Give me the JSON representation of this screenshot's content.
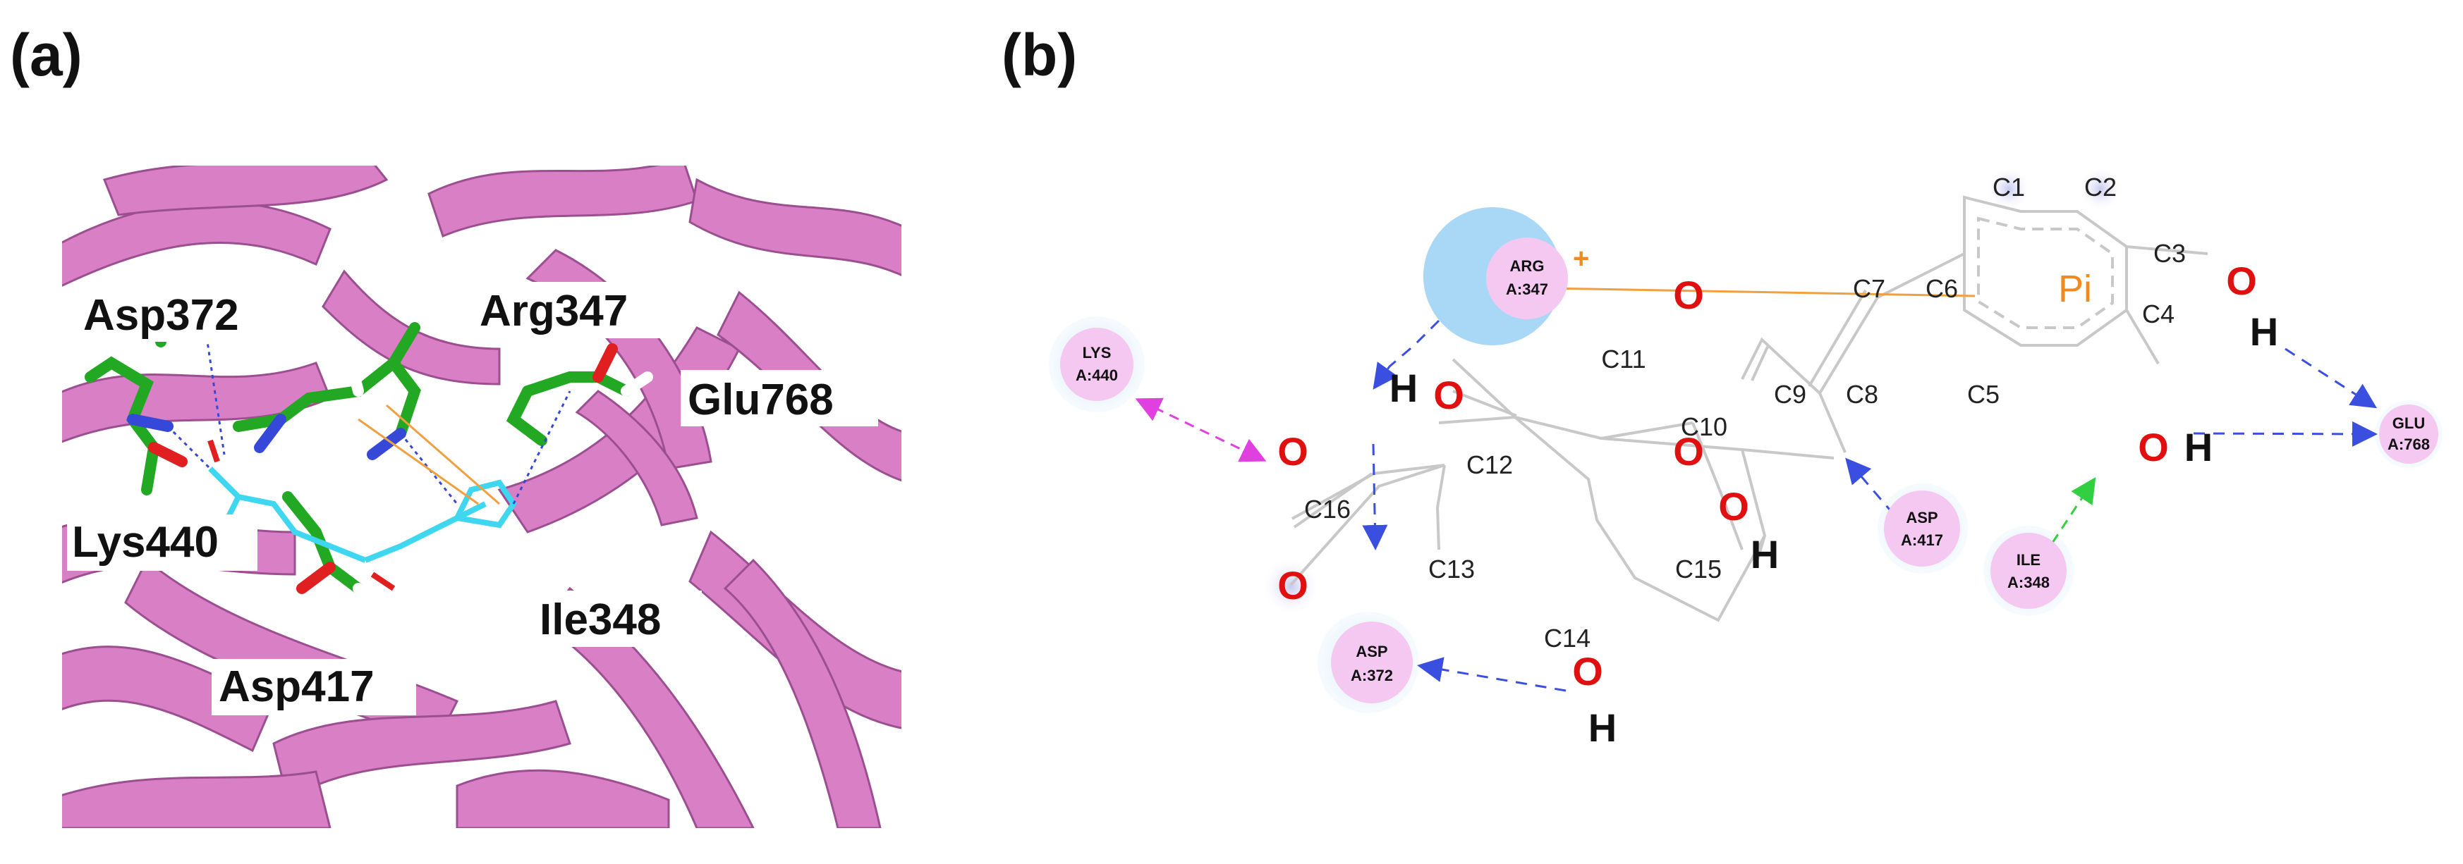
{
  "figure": {
    "panel_a_label": "(a)",
    "panel_b_label": "(b)"
  },
  "panel_a": {
    "residue_labels": [
      "Asp372",
      "Arg347",
      "Glu768",
      "Lys440",
      "Ile348",
      "Asp417"
    ],
    "colors": {
      "ribbon": "#d97fc6",
      "ribbon_dark": "#9c4f90",
      "stick_carbon": "#22a822",
      "ligand": "#3fd6f0",
      "oxygen": "#e02020",
      "nitrogen": "#3548d8"
    }
  },
  "panel_b": {
    "residues": [
      {
        "id": "lys440",
        "name": "LYS",
        "chain_id": "A:440"
      },
      {
        "id": "arg347",
        "name": "ARG",
        "chain_id": "A:347"
      },
      {
        "id": "asp372",
        "name": "ASP",
        "chain_id": "A:372"
      },
      {
        "id": "asp417",
        "name": "ASP",
        "chain_id": "A:417"
      },
      {
        "id": "ile348",
        "name": "ILE",
        "chain_id": "A:348"
      },
      {
        "id": "glu768",
        "name": "GLU",
        "chain_id": "A:768"
      }
    ],
    "carbon_labels": [
      "C1",
      "C2",
      "C3",
      "C4",
      "C5",
      "C6",
      "C7",
      "C8",
      "C9",
      "C10",
      "C11",
      "C12",
      "C13",
      "C14",
      "C15",
      "C16"
    ],
    "oxygen_symbol": "O",
    "hydrogen_symbol": "H",
    "pi_label": "Pi",
    "charge_label": "+",
    "colors": {
      "residue_fill": "#f5c8f2",
      "residue_halo": "#bfe3f5",
      "arg_halo": "#a8d8f5",
      "bond": "#c8c8c8",
      "oxygen": "#e01010",
      "hbond": "#3a4fe0",
      "salt_bridge": "#e040e0",
      "pi_cation": "#f0a040",
      "carbon_hbond": "#30d040"
    }
  }
}
